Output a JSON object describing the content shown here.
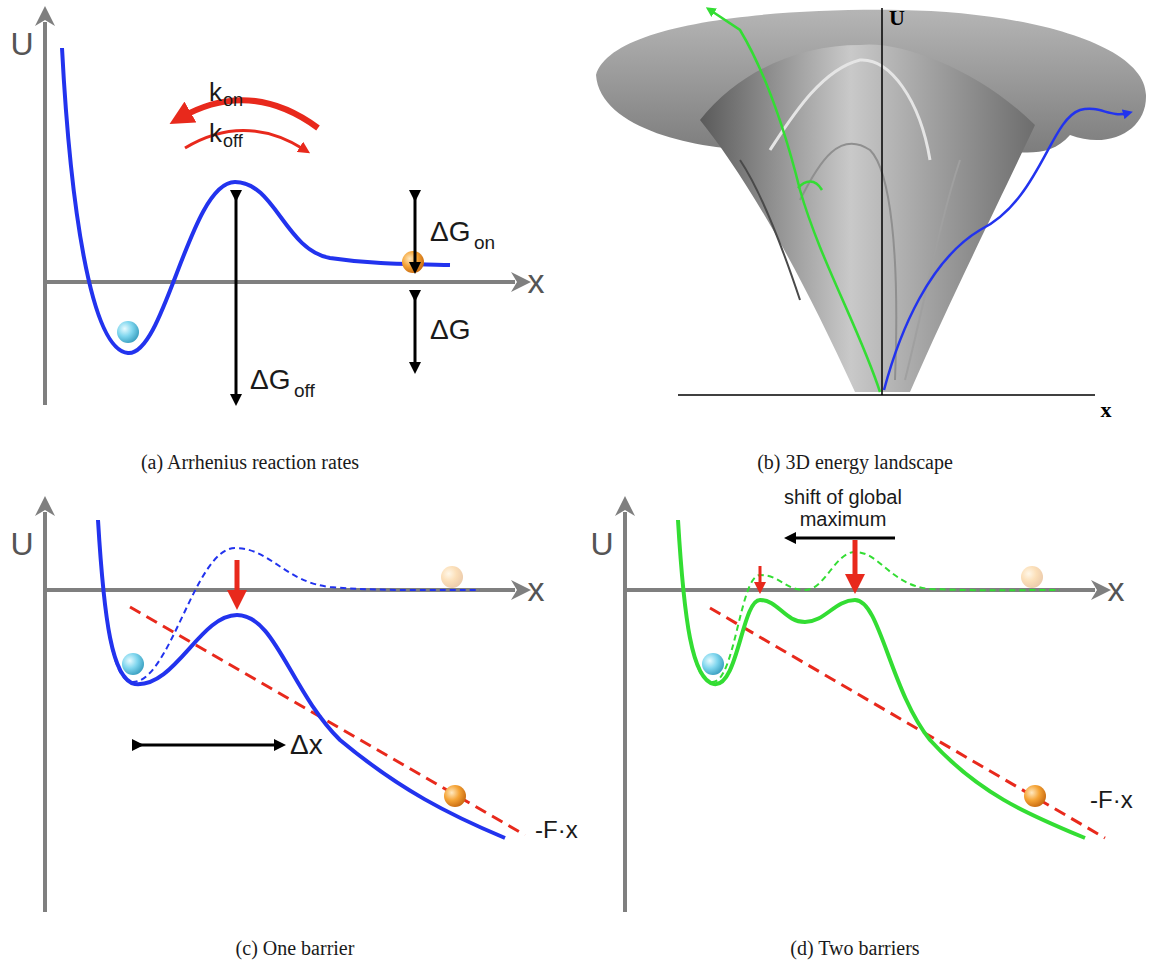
{
  "diagram": {
    "labels": [
      "U",
      "x",
      "k",
      "on",
      "k",
      "off",
      "ΔG",
      "on",
      "ΔG",
      "off",
      "ΔG",
      "(a) Arrhenius reaction rates",
      "U",
      "x",
      "(b) 3D energy landscape",
      "U",
      "x",
      "Δx",
      "-F·x",
      "(c) One barrier",
      "U",
      "x",
      "shift of global maximum",
      "-F·x",
      "(d) Two barriers"
    ]
  }
}
